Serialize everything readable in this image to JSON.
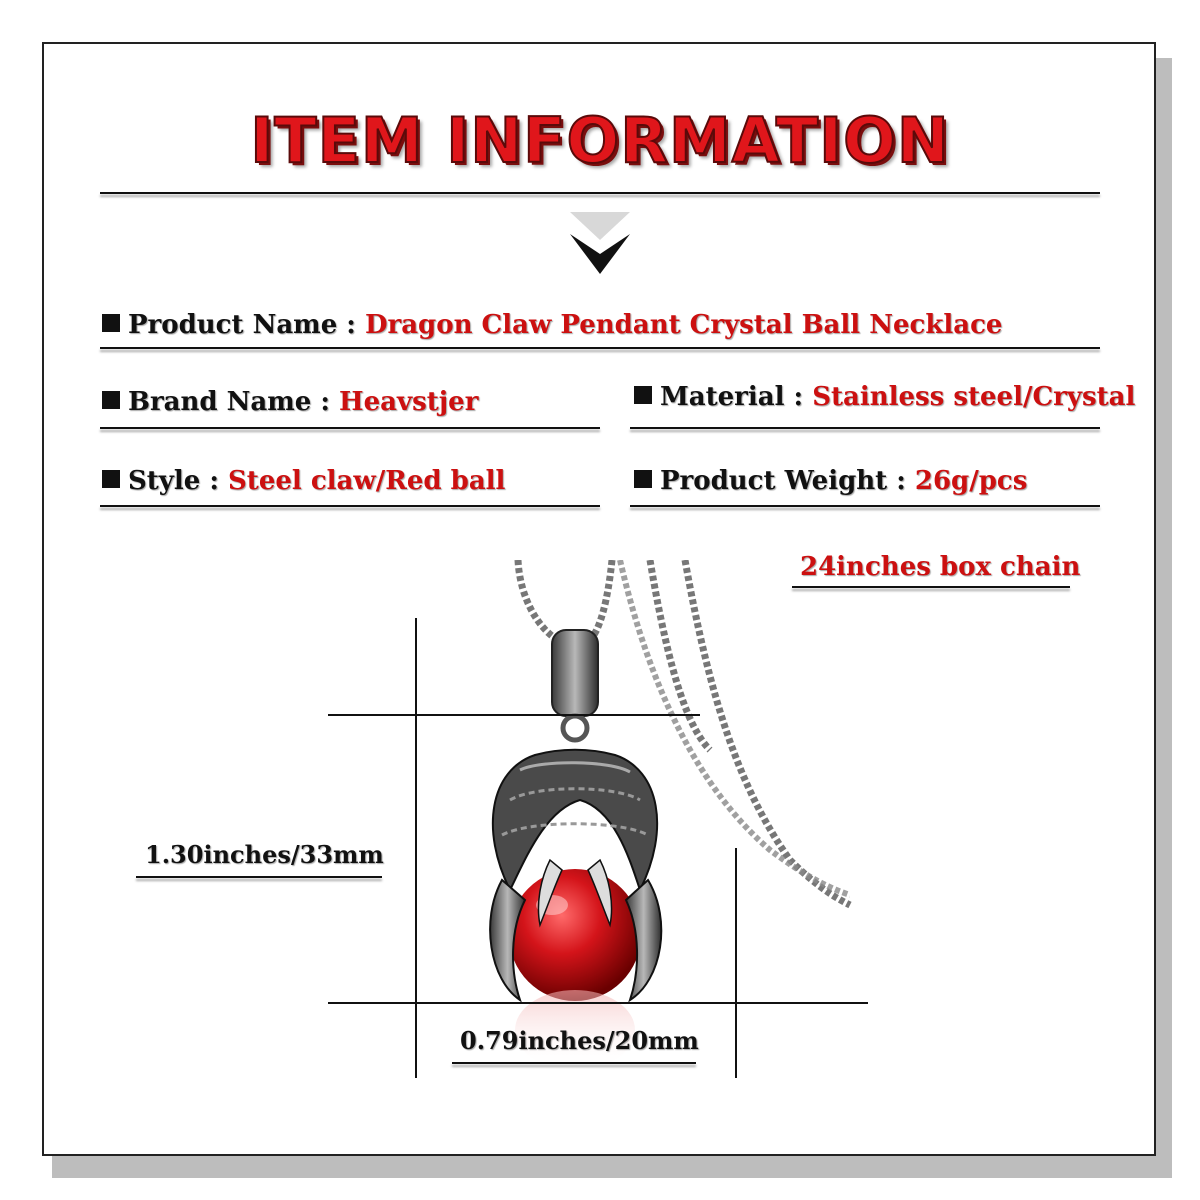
{
  "header": {
    "title": "ITEM INFORMATION"
  },
  "fields": {
    "product_name": {
      "label": "Product Name :",
      "value": "Dragon Claw Pendant Crystal Ball Necklace"
    },
    "brand_name": {
      "label": "Brand Name :",
      "value": "Heavstjer"
    },
    "material": {
      "label": "Material :",
      "value": "Stainless steel/Crystal"
    },
    "style": {
      "label": "Style :",
      "value": "Steel claw/Red ball"
    },
    "product_weight": {
      "label": "Product Weight :",
      "value": "26g/pcs"
    }
  },
  "dimensions": {
    "chain": "24inches box chain",
    "height": "1.30inches/33mm",
    "width": "0.79inches/20mm"
  },
  "colors": {
    "accent": "#cc1010",
    "title": "#e0161b",
    "text": "#111111"
  },
  "icons": {
    "divider_arrow": "chevron-down-icon",
    "bullet": "square-bullet-icon"
  }
}
